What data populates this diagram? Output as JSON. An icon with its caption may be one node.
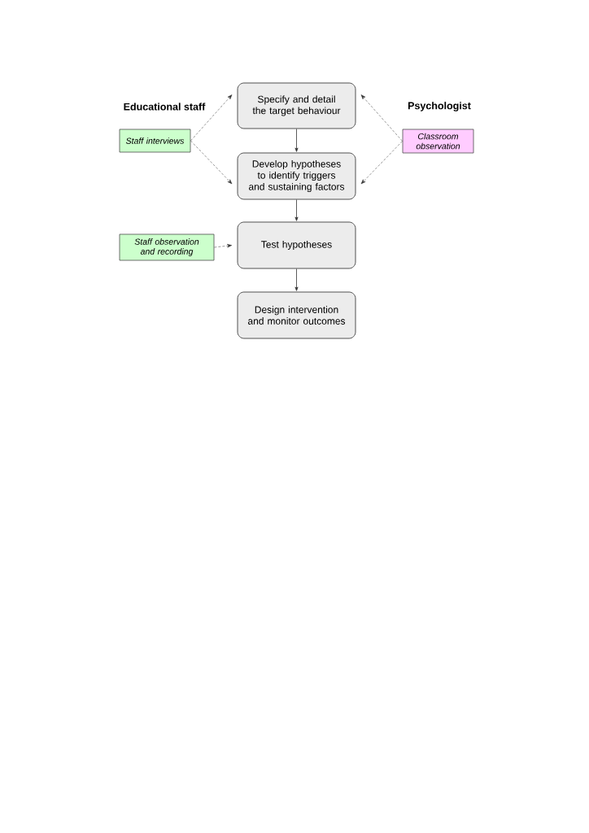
{
  "diagram": {
    "nodes": [
      {
        "text": [
          "Specify and detail the target behaviour"
        ]
      },
      {
        "text": [
          "Develop hypotheses to identify triggers and sustaining factors"
        ]
      },
      {
        "text": [
          "Test hypotheses"
        ]
      },
      {
        "text": [
          "Design intervention and monitor outcomes"
        ]
      },
      {
        "text": [
          "Staff interviews"
        ]
      },
      {
        "text": [
          "Classroom observation"
        ]
      },
      {
        "text": [
          "Staff observation and recording"
        ]
      }
    ],
    "edges": [
      {
        "from": 0,
        "to": 1,
        "arrow": "to"
      },
      {
        "from": 1,
        "to": 2,
        "arrow": "to"
      },
      {
        "from": 2,
        "to": 3,
        "arrow": "to"
      },
      {
        "from": 4,
        "to": 0,
        "arrow": "to",
        "style": "dashed"
      },
      {
        "from": 4,
        "to": 1,
        "arrow": "to",
        "style": "dashed"
      },
      {
        "from": 5,
        "to": 0,
        "arrow": "to",
        "style": "dashed"
      },
      {
        "from": 5,
        "to": 1,
        "arrow": "to",
        "style": "dashed"
      },
      {
        "from": 6,
        "to": 2,
        "arrow": "to",
        "style": "dashed"
      }
    ],
    "labels": [
      "Educational staff",
      "Psychologist"
    ]
  }
}
